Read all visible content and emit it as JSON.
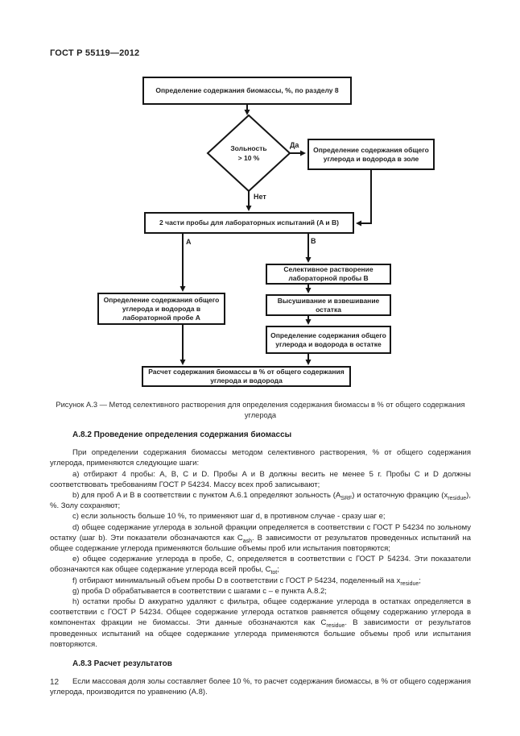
{
  "ink_color": "#1f1f1f",
  "header": {
    "title": "ГОСТ Р 55119—2012"
  },
  "flowchart": {
    "nodes": {
      "start": "Определение содержания биомассы, %, по разделу 8",
      "decision": "Зольность\n> 10 %",
      "ash": "Определение содержания общего углерода и водорода в золе",
      "split": "2 части пробы для лабораторных испытаний (A и B)",
      "dissolve": "Селективное растворение лабораторной пробы B",
      "dry": "Высушивание и взвешивание остатка",
      "residue": "Определение содержания общего углерода и водорода в остатке",
      "probe_a": "Определение содержания общего углерода и водорода в лабораторной пробе A",
      "calc": "Расчет содержания биомассы в % от общего содержания углерода и водорода"
    },
    "edge_labels": {
      "yes": "Да",
      "no": "Нет",
      "branch_a": "A",
      "branch_b": "B"
    }
  },
  "figure": {
    "caption": "Рисунок А.3 — Метод селективного растворения для определения содержания биомассы в % от общего содержания углерода"
  },
  "sections": [
    {
      "heading": "А.8.2 Проведение определения содержания биомассы",
      "paragraphs": [
        [
          "При определении содержания биомассы методом селективного растворения, % от общего содержания углерода, применяются следующие шаги:"
        ],
        [
          "a) отбирают 4 пробы: A, B, C и D. Пробы A и B должны весить не менее 5 г. Пробы C и D должны соответствовать требованиям ГОСТ Р 54234. Массу всех проб записывают;"
        ],
        [
          "b) для проб A и B в соответствии с пунктом А.6.1 определяют зольность (A",
          {
            "sub": "SRF"
          },
          ") и остаточную фракцию (x",
          {
            "sub": "residue"
          },
          "), %. Золу сохраняют;"
        ],
        [
          "c) если зольность больше 10 %, то применяют шаг d, в противном случае - сразу шаг e;"
        ],
        [
          "d) общее содержание углерода в зольной фракции определяется в соответствии с ГОСТ Р 54234 по зольному остатку (шаг b). Эти показатели обозначаются как C",
          {
            "sub": "ash"
          },
          ". В зависимости от результатов проведенных испытаний на общее содержание углерода применяются большие объемы проб или испытания повторяются;"
        ],
        [
          "e) общее содержание углерода в пробе, C, определяется в соответствии с ГОСТ Р 54234. Эти показатели обозначаются как общее содержание углерода всей пробы, C",
          {
            "sub": "tot"
          },
          ";"
        ],
        [
          "f) отбирают минимальный объем пробы D в соответствии с ГОСТ Р 54234, поделенный на x",
          {
            "sub": "residue"
          },
          ";"
        ],
        [
          "g) проба D обрабатывается в соответствии с шагами c – e пункта А.8.2;"
        ],
        [
          "h) остатки пробы D аккуратно удаляют с фильтра, общее содержание углерода в остатках определяется в соответствии с ГОСТ Р 54234. Общее содержание углерода остатков равняется общему содержанию углерода в компонентах фракции не биомассы. Эти данные обозначаются как C",
          {
            "sub": "residue"
          },
          ". В зависимости от результатов проведенных испытаний на общее содержание углерода применяются большие объемы проб или испытания повторяются."
        ]
      ]
    },
    {
      "heading": "А.8.3 Расчет результатов",
      "paragraphs": [
        [
          "Если массовая доля золы составляет более 10 %, то расчет содержания биомассы, в % от общего содержания углерода, производится по уравнению (А.8)."
        ]
      ]
    }
  ],
  "footer": {
    "page_number": "12"
  }
}
